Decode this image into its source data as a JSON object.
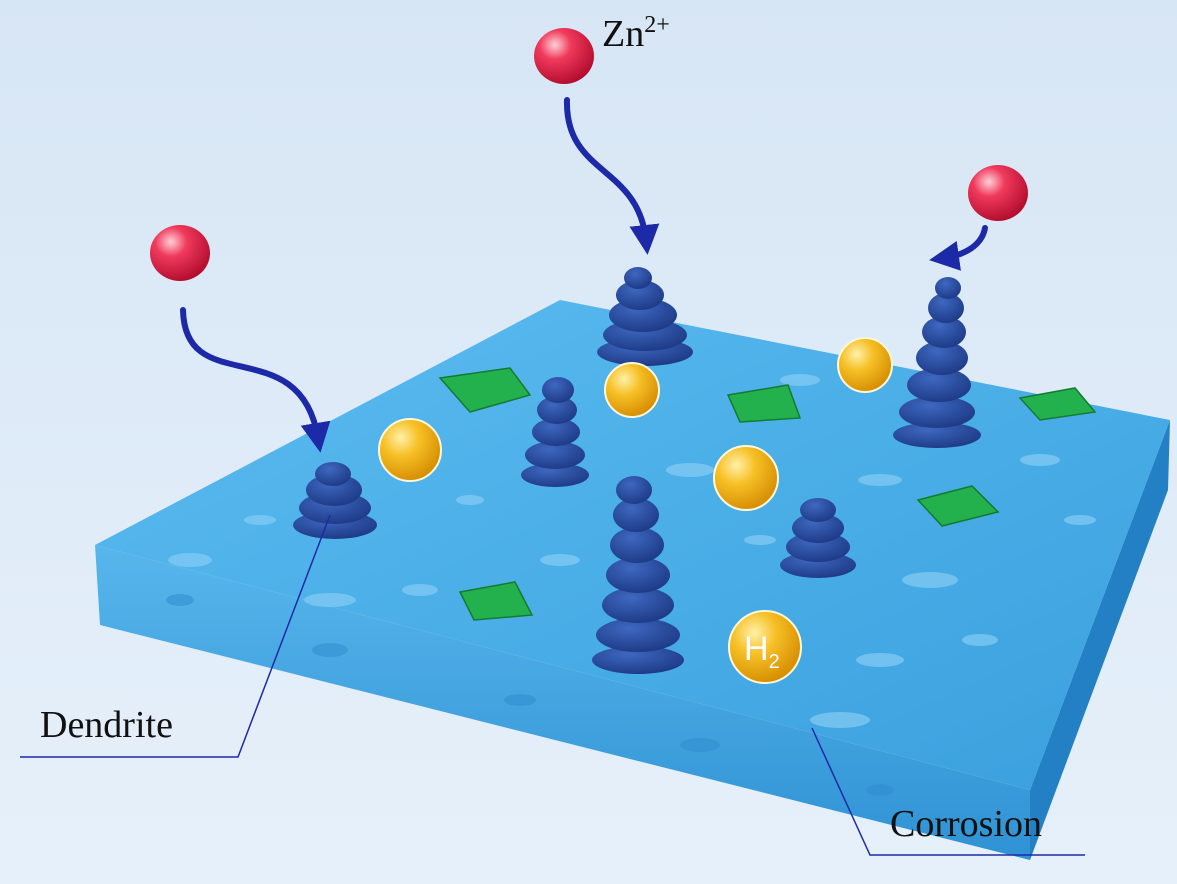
{
  "labels": {
    "ion": "Zn",
    "ion_charge": "2+",
    "dendrite": "Dendrite",
    "corrosion": "Corrosion",
    "h2_main": "H",
    "h2_sub": "2"
  },
  "colors": {
    "background": "#dce9f6",
    "slab_top": "#4aaee6",
    "slab_front": "#3a9fdc",
    "slab_side": "#1f86c9",
    "dendrite": "#23489a",
    "ion": "#e0123e",
    "h2_bubble": "#f4b41c",
    "byproduct": "#22b14c",
    "arrow": "#1d2aa8",
    "leader_line": "#1d2aa8"
  },
  "icons": [
    "zn-ion-sphere",
    "dendrite-stack",
    "h2-bubble",
    "byproduct-flake",
    "deposition-arrow"
  ]
}
